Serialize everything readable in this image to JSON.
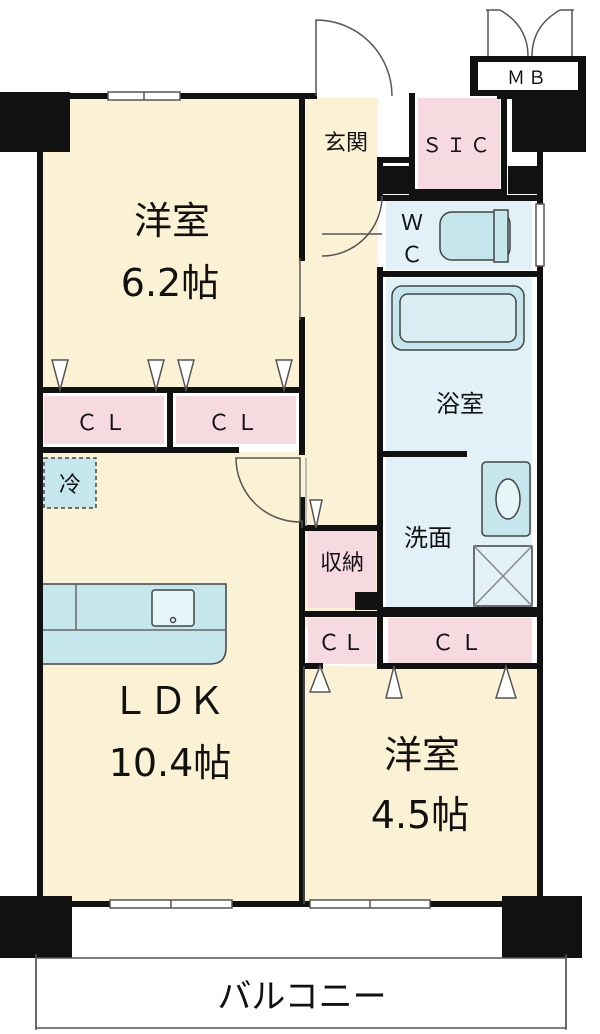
{
  "rooms": {
    "western_room_1": {
      "name": "洋室",
      "size": "6.2帖"
    },
    "western_room_2": {
      "name": "洋室",
      "size": "4.5帖"
    },
    "ldk": {
      "name": "ＬＤＫ",
      "size": "10.4帖"
    },
    "entrance": {
      "name": "玄関"
    },
    "sic": {
      "name": "ＳＩＣ"
    },
    "wc": {
      "line1": "Ｗ",
      "line2": "Ｃ"
    },
    "bathroom": {
      "name": "浴室"
    },
    "washroom": {
      "name": "洗面"
    },
    "storage": {
      "name": "収納"
    },
    "closet_label": "ＣＬ",
    "fridge": {
      "name": "冷"
    },
    "mb": {
      "name": "ＭＢ"
    },
    "balcony": {
      "name": "バルコニー"
    }
  },
  "colors": {
    "room_fill": "#fbf1d4",
    "closet_fill": "#f7d9e0",
    "wet_fill": "#e1f1f7",
    "fixture_fill": "#c6e6ee",
    "wall": "#111111"
  }
}
